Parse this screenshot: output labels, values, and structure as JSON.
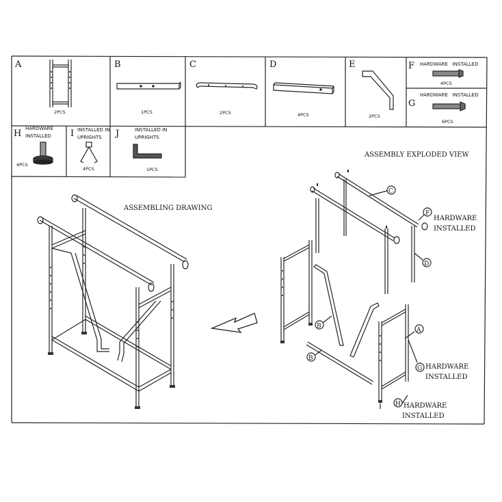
{
  "parts_table": {
    "parts": [
      {
        "letter": "A",
        "qty": "2PCS"
      },
      {
        "letter": "B",
        "qty": "1PCS"
      },
      {
        "letter": "C",
        "qty": "2PCS"
      },
      {
        "letter": "D",
        "qty": "4PCS"
      },
      {
        "letter": "E",
        "qty": "2PCS"
      },
      {
        "letter": "F",
        "note": "HARDWARE   INSTALLED",
        "qty": "4PCS"
      },
      {
        "letter": "G",
        "note": "HARDWARE   INSTALLED",
        "qty": "6PCS"
      },
      {
        "letter": "H",
        "note_line1": "HARDWARE",
        "note_line2": "INSTALLED",
        "qty": "4PCS"
      },
      {
        "letter": "I",
        "note_line1": "INSTALLED IN",
        "note_line2": "UPRIGHTS",
        "qty": "4PCS"
      },
      {
        "letter": "J",
        "note_line1": "INSTALLED IN",
        "note_line2": "UPRIGHTS",
        "qty": "1PCS"
      }
    ]
  },
  "assembling_drawing": {
    "title": "ASSEMBLING DRAWING"
  },
  "exploded_view": {
    "title": "ASSEMBLY EXPLODED VIEW",
    "callouts": [
      {
        "letter": "C"
      },
      {
        "letter": "F",
        "line1": "HARDWARE",
        "line2": "INSTALLED"
      },
      {
        "letter": "D"
      },
      {
        "letter": "B"
      },
      {
        "letter": "B"
      },
      {
        "letter": "A"
      },
      {
        "letter": "G",
        "line1": "HARDWARE",
        "line2": "INSTALLED"
      },
      {
        "letter": "H",
        "line1": "HARDWARE",
        "line2": "INSTALLED"
      }
    ]
  }
}
